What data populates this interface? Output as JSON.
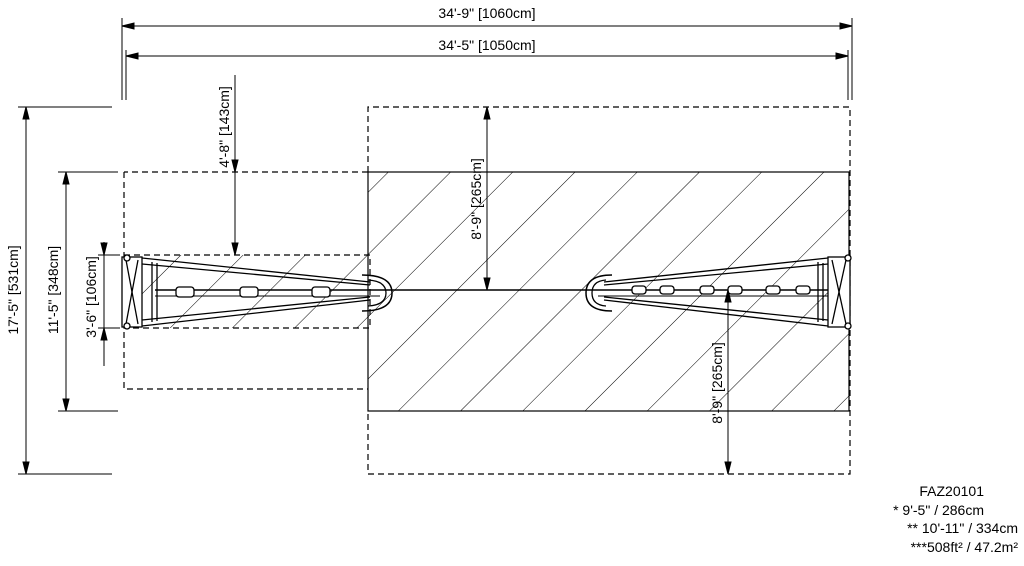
{
  "dimensions": {
    "overall_width": "34'-9\" [1060cm]",
    "frame_width": "34'-5\" [1050cm]",
    "overall_depth": "17'-5\" [531cm]",
    "mid_depth": "11'-5\" [348cm]",
    "frame_depth": "3'-6\" [106cm]",
    "offset_left": "4'-8\" [143cm]",
    "use_zone_top": "8'-9\" [265cm]",
    "use_zone_bottom": "8'-9\" [265cm]"
  },
  "spec": {
    "model": "FAZ20101",
    "line1": "* 9'-5\" / 286cm",
    "line2": "** 10'-11\" / 334cm",
    "line3": "***508ft² / 47.2m²"
  }
}
